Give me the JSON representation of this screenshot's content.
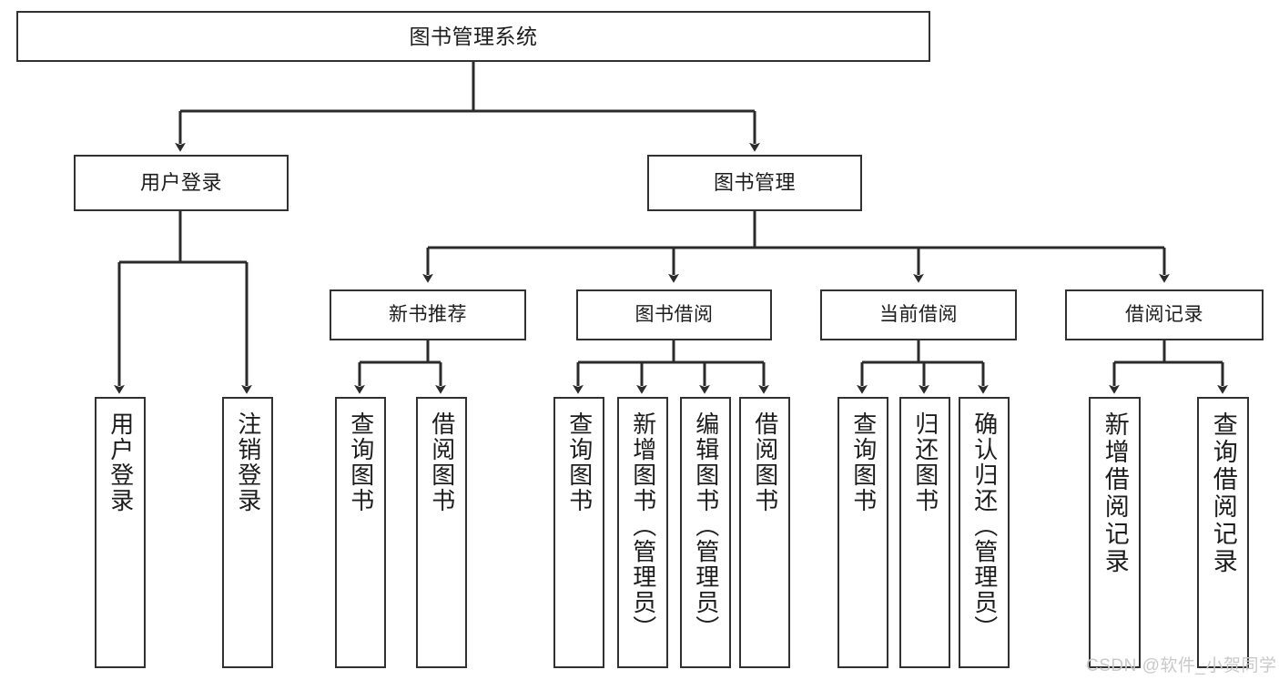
{
  "diagram": {
    "title": "图书管理系统",
    "type": "hierarchy-tree",
    "style": {
      "box_border_color": "#33312f",
      "box_fill_color": "#ffffff",
      "connector_color": "#2b2b2b",
      "background_color": "#ffffff",
      "watermark_color": "#c9c9c9"
    },
    "root": {
      "label": "图书管理系统"
    },
    "level2": [
      {
        "label": "用户登录"
      },
      {
        "label": "图书管理"
      }
    ],
    "level3": [
      {
        "label": "新书推荐"
      },
      {
        "label": "图书借阅"
      },
      {
        "label": "当前借阅"
      },
      {
        "label": "借阅记录"
      }
    ],
    "leaves": {
      "user_login": [
        {
          "label": "用户登录"
        },
        {
          "label": "注销登录"
        }
      ],
      "new_book_recommend": [
        {
          "label": "查询图书"
        },
        {
          "label": "借阅图书"
        }
      ],
      "book_borrow": [
        {
          "label": "查询图书"
        },
        {
          "label": "新增图书（管理员）"
        },
        {
          "label": "编辑图书（管理员）"
        },
        {
          "label": "借阅图书"
        }
      ],
      "current_borrow": [
        {
          "label": "查询图书"
        },
        {
          "label": "归还图书"
        },
        {
          "label": "确认归还（管理员）"
        }
      ],
      "borrow_record": [
        {
          "label": "新增借阅记录"
        },
        {
          "label": "查询借阅记录"
        }
      ]
    }
  },
  "watermark": {
    "text": "CSDN @软件_小贺同学"
  }
}
